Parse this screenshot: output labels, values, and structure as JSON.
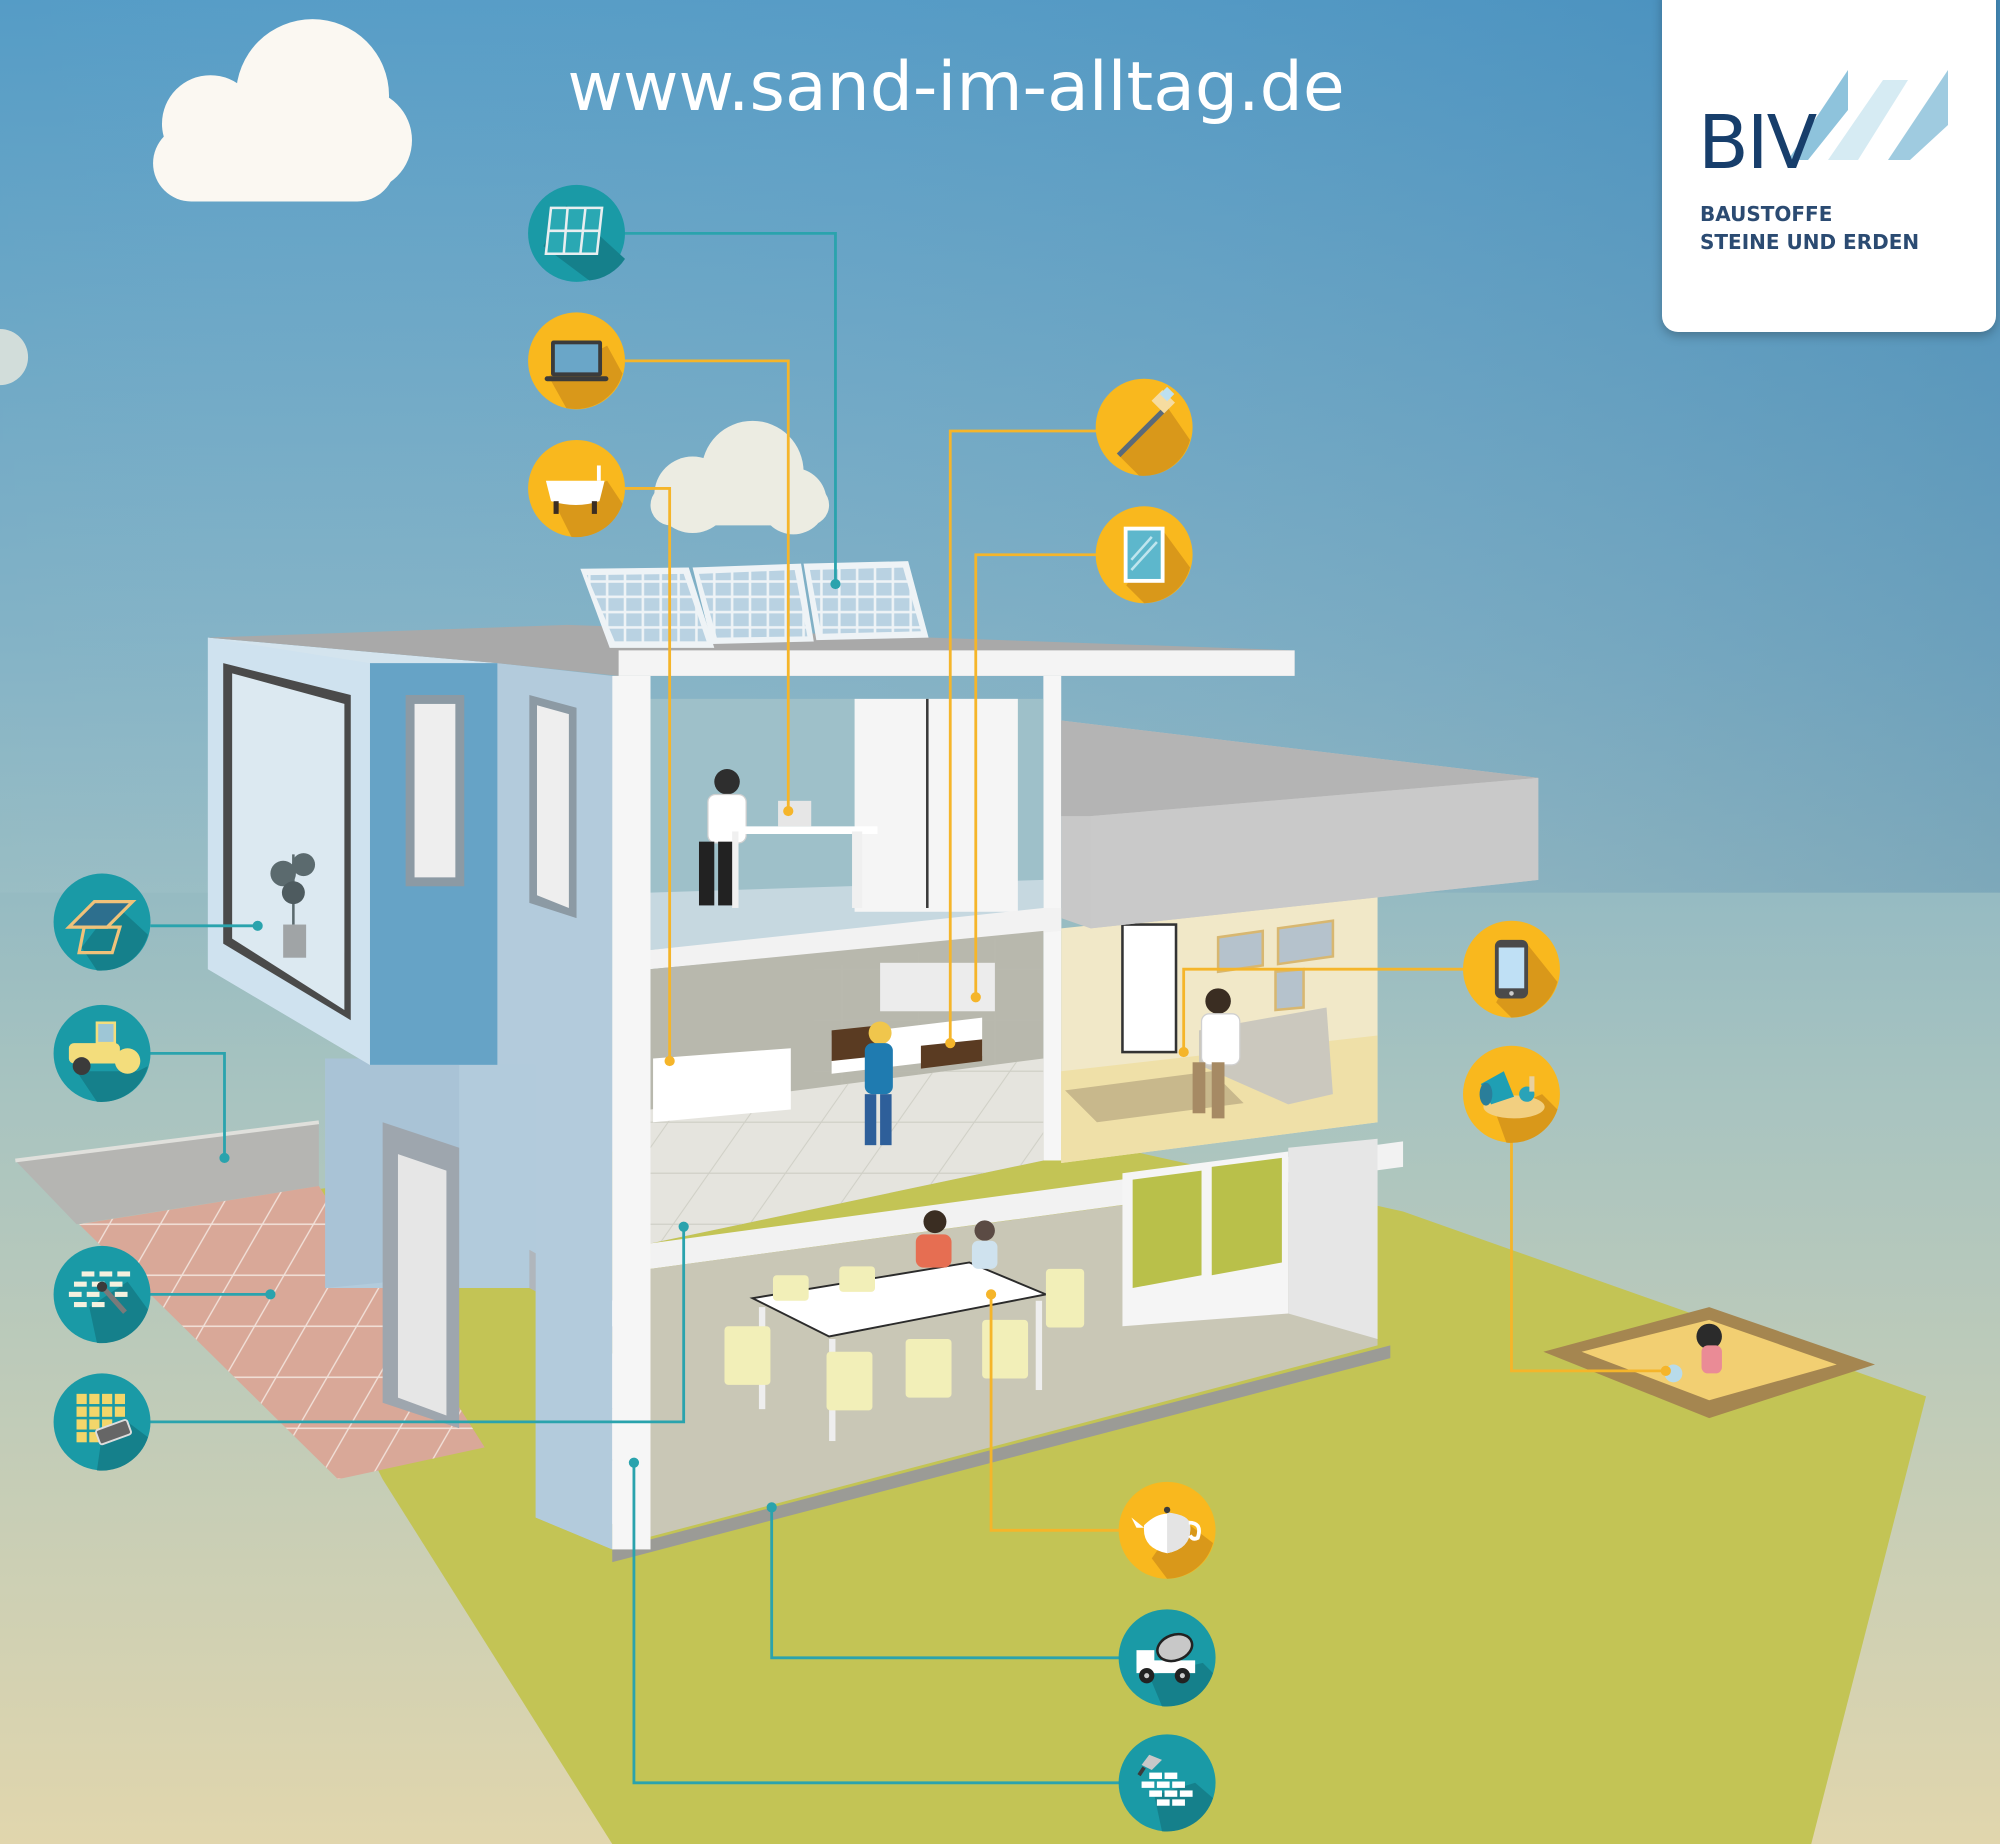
{
  "header": {
    "url_text": "www.sand-im-alltag.de"
  },
  "logo": {
    "abbr": "BIV",
    "line1": "BAUSTOFFE",
    "line2": "STEINE UND ERDEN"
  },
  "colors": {
    "teal": "#1a9aa6",
    "teal_shadow": "#15808b",
    "yellow": "#f9b81e",
    "yellow_shadow": "#d9981a",
    "teal_line": "#2aa3ad",
    "yellow_line": "#f5b52a",
    "logo_blue": "#173e6b",
    "lawn": "#c3c455",
    "paving": "#d9a898"
  },
  "icons": [
    {
      "id": "solar-panel",
      "name": "solar-panel-icon",
      "color": "teal"
    },
    {
      "id": "laptop",
      "name": "laptop-icon",
      "color": "yellow"
    },
    {
      "id": "bathtub",
      "name": "bathtub-icon",
      "color": "yellow"
    },
    {
      "id": "toothbrush",
      "name": "toothbrush-icon",
      "color": "yellow"
    },
    {
      "id": "mirror",
      "name": "mirror-icon",
      "color": "yellow"
    },
    {
      "id": "window",
      "name": "window-icon",
      "color": "teal"
    },
    {
      "id": "road-roller",
      "name": "road-roller-icon",
      "color": "teal"
    },
    {
      "id": "paving-stones",
      "name": "paving-stones-icon",
      "color": "teal"
    },
    {
      "id": "tiles-trowel",
      "name": "tiles-trowel-icon",
      "color": "teal"
    },
    {
      "id": "smartphone",
      "name": "smartphone-icon",
      "color": "yellow"
    },
    {
      "id": "sand-bucket",
      "name": "sand-bucket-icon",
      "color": "yellow"
    },
    {
      "id": "teapot",
      "name": "teapot-icon",
      "color": "yellow"
    },
    {
      "id": "concrete-mixer",
      "name": "concrete-mixer-icon",
      "color": "teal"
    },
    {
      "id": "bricks",
      "name": "bricks-icon",
      "color": "teal"
    }
  ]
}
